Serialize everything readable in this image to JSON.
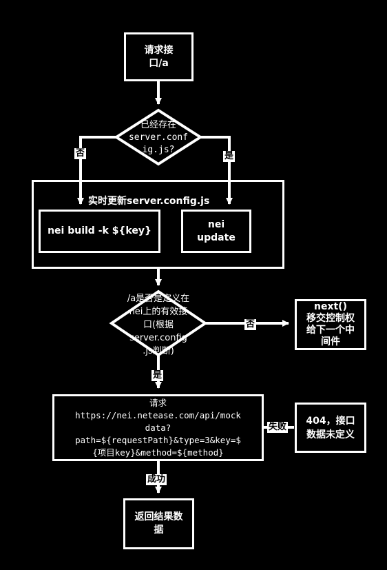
{
  "nodes": {
    "request": "请求接\n口/a",
    "check_config": "已经存在\nserver.conf\nig.js?",
    "group_title": "实时更新server.config.js",
    "nei_build": "nei build -k ${key}",
    "nei_update": "nei\nupdate",
    "check_defined": "/a是否是定义在\nnei上的有效接\n口(根据\nserver.config\n.js判断)",
    "next": "next()\n移交控制权\n给下一个中\n间件",
    "mock_request": "请求\nhttps://nei.netease.com/api/mock\ndata?\npath=${requestPath}&type=3&key=$\n{项目key}&method=${method}",
    "not_defined": "404，接口\n数据未定义",
    "return": "返回结果数\n据"
  },
  "edge_labels": {
    "no_1": "否",
    "yes_1": "是",
    "no_2": "否",
    "yes_2": "是",
    "fail": "失败",
    "success": "成功"
  },
  "colors": {
    "background": "#000000",
    "stroke": "#ffffff"
  }
}
